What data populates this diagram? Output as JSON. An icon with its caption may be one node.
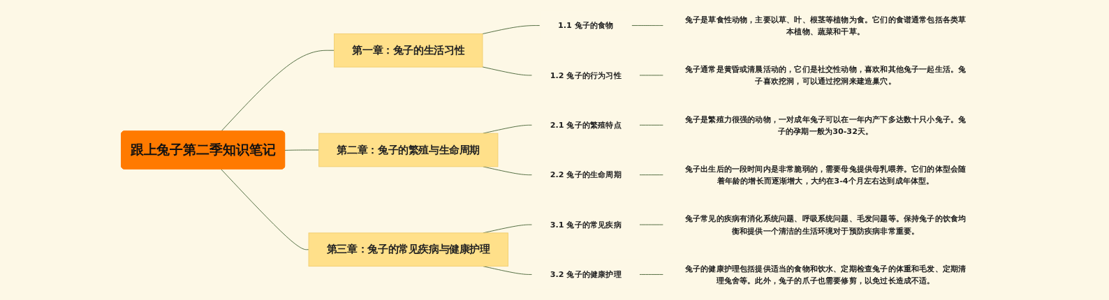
{
  "diagram": {
    "nodes": [
      {
        "text": [
          "跟上兔子第二季知识笔记"
        ]
      },
      {
        "text": [
          "第一章：兔子的生活习性"
        ]
      },
      {
        "text": [
          "1.1 兔子的食物"
        ]
      },
      {
        "text": [
          "兔子是草食性动物，主要以草、叶、根茎等植物为食。它们的食谱通常包括各类草本植物、蔬菜和干草。"
        ]
      },
      {
        "text": [
          "1.2 兔子的行为习性"
        ]
      },
      {
        "text": [
          "兔子通常是黄昏或清晨活动的，它们是社交性动物，喜欢和其他兔子一起生活。兔子喜欢挖洞，可以通过挖洞来建造巢穴。"
        ]
      },
      {
        "text": [
          "第二章：兔子的繁殖与生命周期"
        ]
      },
      {
        "text": [
          "2.1 兔子的繁殖特点"
        ]
      },
      {
        "text": [
          "兔子是繁殖力很强的动物，一对成年兔子可以在一年内产下多达数十只小兔子。兔子的孕期一般为30-32天。"
        ]
      },
      {
        "text": [
          "2.2 兔子的生命周期"
        ]
      },
      {
        "text": [
          "兔子出生后的一段时间内是非常脆弱的，需要母兔提供母乳喂养。它们的体型会随着年龄的增长而逐渐增大，大约在3-4个月左右达到成年体型。"
        ]
      },
      {
        "text": [
          "第三章：兔子的常见疾病与健康护理"
        ]
      },
      {
        "text": [
          "3.1 兔子的常见疾病"
        ]
      },
      {
        "text": [
          "兔子常见的疾病有消化系统问题、呼吸系统问题、毛发问题等。保持兔子的饮食均衡和提供一个清洁的生活环境对于预防疾病非常重要。"
        ]
      },
      {
        "text": [
          "3.2 兔子的健康护理"
        ]
      },
      {
        "text": [
          "兔子的健康护理包括提供适当的食物和饮水、定期检查兔子的体重和毛发、定期清理兔舍等。此外，兔子的爪子也需要修剪，以免过长造成不适。"
        ]
      }
    ],
    "edges": [
      {
        "from": 0,
        "to": 1,
        "arrow": "none"
      },
      {
        "from": 1,
        "to": 2,
        "arrow": "none"
      },
      {
        "from": 2,
        "to": 3,
        "arrow": "none"
      },
      {
        "from": 1,
        "to": 4,
        "arrow": "none"
      },
      {
        "from": 4,
        "to": 5,
        "arrow": "none"
      },
      {
        "from": 0,
        "to": 6,
        "arrow": "none"
      },
      {
        "from": 6,
        "to": 7,
        "arrow": "none"
      },
      {
        "from": 7,
        "to": 8,
        "arrow": "none"
      },
      {
        "from": 6,
        "to": 9,
        "arrow": "none"
      },
      {
        "from": 9,
        "to": 10,
        "arrow": "none"
      },
      {
        "from": 0,
        "to": 11,
        "arrow": "none"
      },
      {
        "from": 11,
        "to": 12,
        "arrow": "none"
      },
      {
        "from": 12,
        "to": 13,
        "arrow": "none"
      },
      {
        "from": 11,
        "to": 14,
        "arrow": "none"
      },
      {
        "from": 14,
        "to": 15,
        "arrow": "none"
      }
    ]
  }
}
